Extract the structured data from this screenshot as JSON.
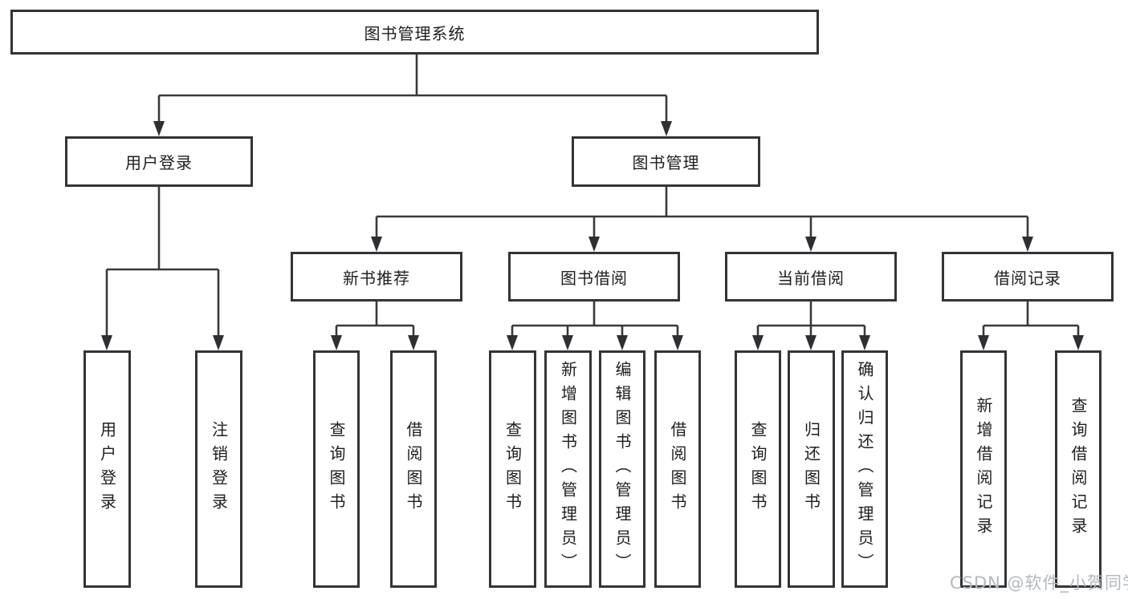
{
  "diagram_title": "图书管理系统",
  "watermark": {
    "text": "CSDN @软件_小贺同学",
    "color": "#b3b8bf"
  },
  "colors": {
    "line": "#38393c",
    "box_border": "#333437",
    "text": "#1e1e1e",
    "background": "#ffffff"
  },
  "tree": {
    "root": {
      "label": "图书管理系统",
      "children": [
        {
          "label": "用户登录",
          "children": [
            {
              "label": "用户登录"
            },
            {
              "label": "注销登录"
            }
          ]
        },
        {
          "label": "图书管理",
          "children": [
            {
              "label": "新书推荐",
              "children": [
                {
                  "label": "查询图书"
                },
                {
                  "label": "借阅图书"
                }
              ]
            },
            {
              "label": "图书借阅",
              "children": [
                {
                  "label": "查询图书"
                },
                {
                  "label": "新增图书（管理员）"
                },
                {
                  "label": "编辑图书（管理员）"
                },
                {
                  "label": "借阅图书"
                }
              ]
            },
            {
              "label": "当前借阅",
              "children": [
                {
                  "label": "查询图书"
                },
                {
                  "label": "归还图书"
                },
                {
                  "label": "确认归还（管理员）"
                }
              ]
            },
            {
              "label": "借阅记录",
              "children": [
                {
                  "label": "新增借阅记录"
                },
                {
                  "label": "查询借阅记录"
                }
              ]
            }
          ]
        }
      ]
    }
  }
}
